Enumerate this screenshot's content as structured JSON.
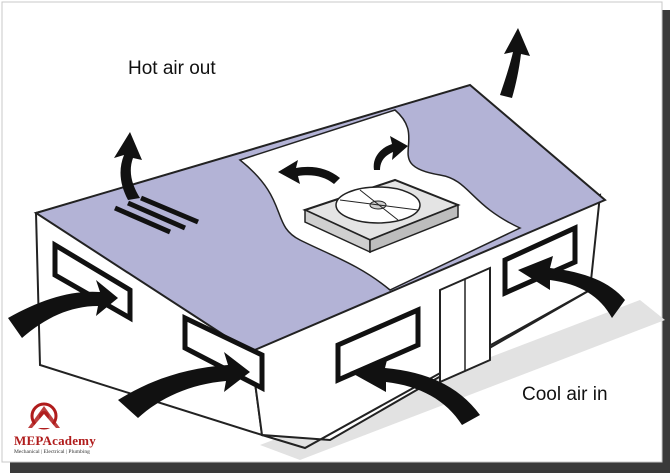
{
  "labels": {
    "hot_air_out": "Hot air out",
    "cool_air_in": "Cool air in"
  },
  "logo": {
    "name": "MEPAcademy",
    "tagline": "Mechanical | Electrical | Plumbing",
    "icon": "gear-house-logo-icon"
  },
  "colors": {
    "roof": "#b3b3d6",
    "arrow": "#111111",
    "outline": "#222222",
    "shadow": "#3a3a3a",
    "brand": "#b01c1c"
  }
}
